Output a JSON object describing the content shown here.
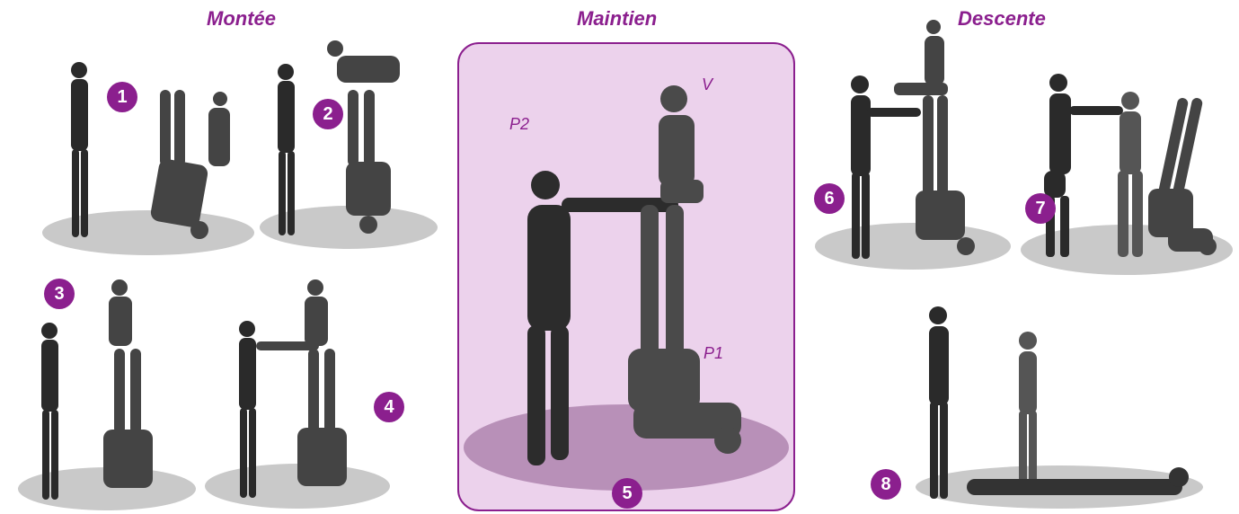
{
  "headings": {
    "ascent": "Montée",
    "hold": "Maintien",
    "descent": "Descente"
  },
  "steps": [
    "1",
    "2",
    "3",
    "4",
    "5",
    "6",
    "7",
    "8"
  ],
  "roles": {
    "flyer": "V",
    "support_standing": "P2",
    "support_base": "P1"
  },
  "colors": {
    "accent": "#8b1f8e",
    "panel_fill": "#ecd2ec",
    "floor": "#c9c9c9",
    "floor_highlight": "#b890b8"
  }
}
